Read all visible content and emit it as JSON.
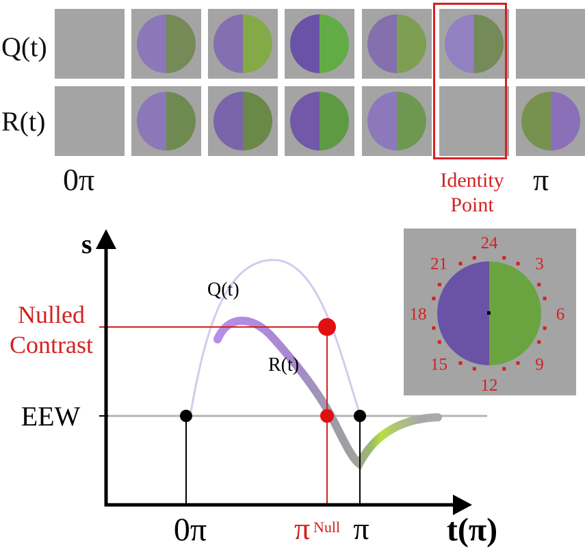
{
  "rows": [
    {
      "label": "Q(t)",
      "tiles": [
        {
          "empty": true
        },
        {
          "left": "#8c78b8",
          "right": "#768a58"
        },
        {
          "left": "#8470b0",
          "right": "#84aa48"
        },
        {
          "left": "#6a52a6",
          "right": "#62ac46"
        },
        {
          "left": "#8470ac",
          "right": "#7e9e52"
        },
        {
          "left": "#9280c0",
          "right": "#748a58"
        },
        {
          "empty": true
        }
      ]
    },
    {
      "label": "R(t)",
      "tiles": [
        {
          "empty": true
        },
        {
          "left": "#8c78b8",
          "right": "#6e8a50"
        },
        {
          "left": "#7a64aa",
          "right": "#6a8848"
        },
        {
          "left": "#7258a8",
          "right": "#5e9a44"
        },
        {
          "left": "#8e78bc",
          "right": "#6e9850"
        },
        {
          "empty": true
        },
        {
          "left": "#76924e",
          "right": "#8a70b8"
        }
      ]
    }
  ],
  "tick_labels": {
    "zero": "0π",
    "pi": "π"
  },
  "identity_point": {
    "line1": "Identity",
    "line2": "Point"
  },
  "graph": {
    "y_axis_label": "s",
    "x_axis_label": "t(π)",
    "nulled_line1": "Nulled",
    "nulled_line2": "Contrast",
    "eew_label": "EEW",
    "q_label": "Q(t)",
    "r_label": "R(t)",
    "x_tick_zero": "0π",
    "x_tick_null_main": "π",
    "x_tick_null_sub": "Null",
    "x_tick_pi": "π"
  },
  "clock": {
    "labels": [
      "24",
      "3",
      "6",
      "9",
      "12",
      "15",
      "18",
      "21"
    ],
    "left_color": "#6a52a6",
    "right_color": "#6aa440",
    "mark_color": "#d42020"
  },
  "colors": {
    "accent_red": "#d42020",
    "tile_bg": "#a4a4a4",
    "q_curve": "#d8c8ee",
    "eew_line": "#b4b4b4"
  }
}
